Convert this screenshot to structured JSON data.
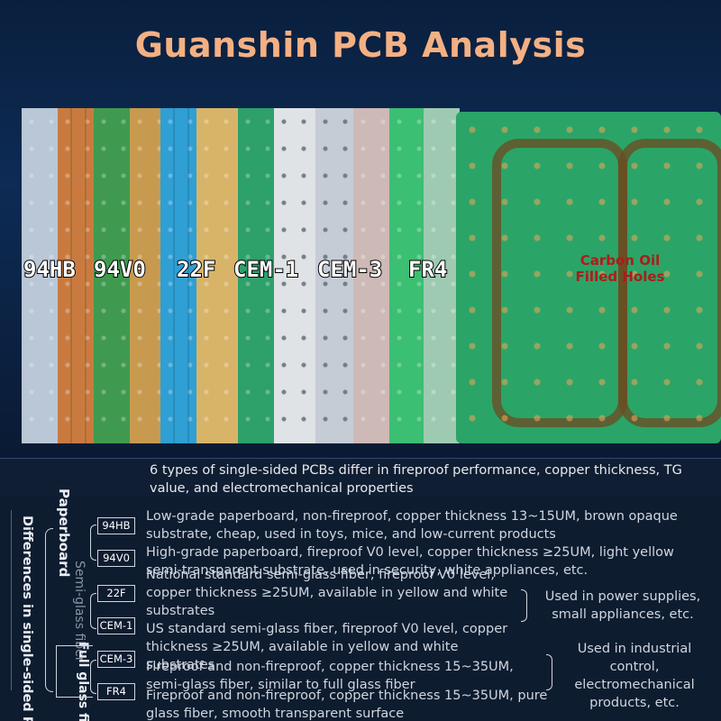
{
  "title": "Guanshin PCB Analysis",
  "board_types": [
    "94HB",
    "94V0",
    "22F",
    "CEM-1",
    "CEM-3",
    "FR4"
  ],
  "carbon_label": "Carbon Oil Filled Holes",
  "summary": "6 types of single-sided PCBs differ in fireproof performance, copper thickness, TG value, and electromechanical properties",
  "side_title": "Differences in single-sided PCBs",
  "groups": {
    "paperboard": "Paperboard",
    "semi_glass": "Semi-glass fiber",
    "full_glass": "Full glass fiber"
  },
  "rows": [
    {
      "code": "94HB",
      "text": "Low-grade paperboard, non-fireproof, copper thickness 13~15UM, brown opaque substrate, cheap, used in toys, mice, and low-current products"
    },
    {
      "code": "94V0",
      "text": "High-grade paperboard, fireproof V0 level, copper thickness ≥25UM, light yellow semi-transparent substrate, used in security, white appliances, etc."
    },
    {
      "code": "22F",
      "text": "National standard semi-glass fiber, fireproof V0 level, copper thickness ≥25UM, available in yellow and white substrates"
    },
    {
      "code": "CEM-1",
      "text": "US standard semi-glass fiber, fireproof V0 level, copper thickness ≥25UM, available in yellow and white substrates"
    },
    {
      "code": "CEM-3",
      "text": "Fireproof and non-fireproof, copper thickness 15~35UM, semi-glass fiber, similar to full glass fiber"
    },
    {
      "code": "FR4",
      "text": "Fireproof and non-fireproof, copper thickness 15~35UM, pure glass fiber, smooth transparent surface"
    }
  ],
  "notes": {
    "power": "Used in power supplies, small appliances, etc.",
    "industrial": "Used in industrial control, electromechanical products, etc."
  },
  "colors": {
    "title": "#f4b083",
    "carbon": "#b01a1a",
    "board_94hb": "#b9c7d6",
    "board_94v0": "#c97b3f",
    "board_22f": "#2f9fd4",
    "board_cem1": "#d8b469",
    "board_cem3": "#dfe3e6",
    "board_fr4": "#2aa567"
  }
}
